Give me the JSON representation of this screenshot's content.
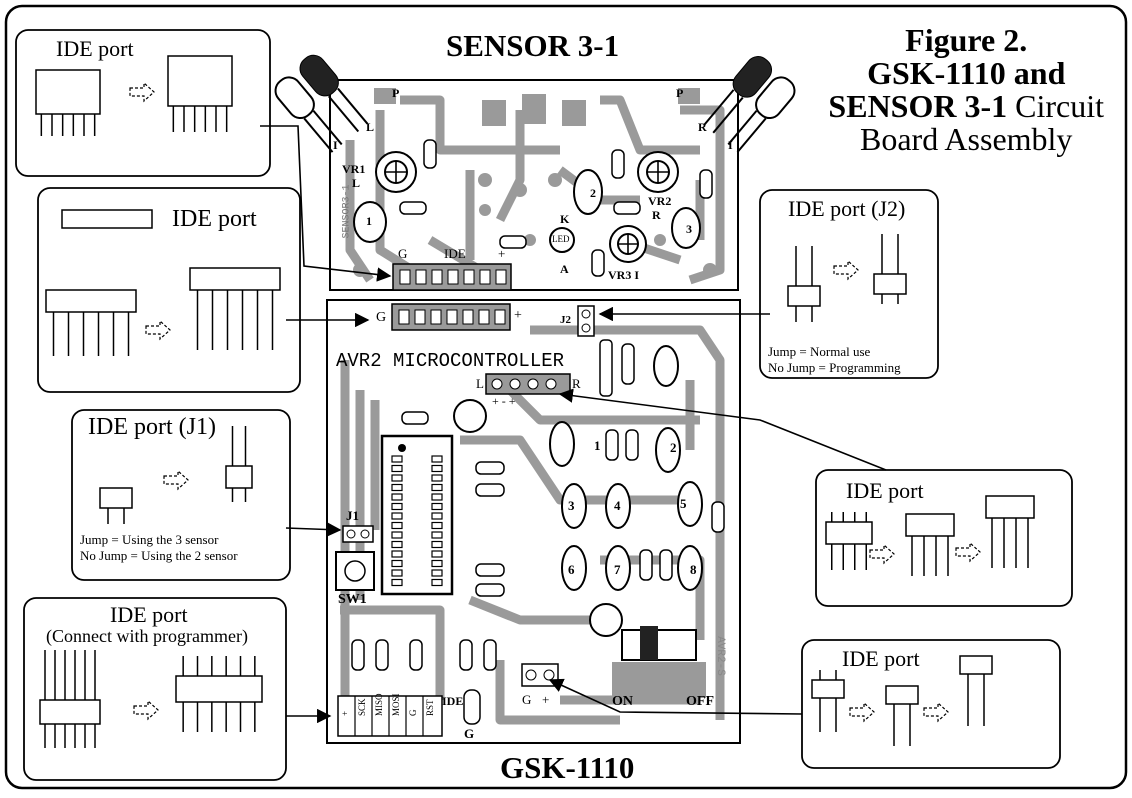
{
  "figure": {
    "line1": "Figure 2.",
    "line2": "GSK-1110 and",
    "line3_bold": "SENSOR 3-1",
    "line3_rest": " Circuit",
    "line4": "Board Assembly"
  },
  "boards": {
    "sensor_title": "SENSOR 3-1",
    "main_title": "GSK-1110"
  },
  "callouts": {
    "ide_top_left": "IDE port",
    "ide_mid_left": "IDE port",
    "ide_j1": "IDE port (J1)",
    "ide_j1_note1": "Jump = Using the 3 sensor",
    "ide_j1_note2": "No Jump = Using the 2 sensor",
    "ide_programmer_title": "IDE port",
    "ide_programmer_sub": "(Connect with programmer)",
    "ide_j2": "IDE port (J2)",
    "ide_j2_note1": "Jump = Normal use",
    "ide_j2_note2": "No Jump = Programming",
    "ide_right_mid": "IDE port",
    "ide_right_bottom": "IDE port"
  },
  "sensor_labels": {
    "p_left": "P",
    "l_left": "L",
    "i_left": "I",
    "p_right": "P",
    "r_right": "R",
    "i_right": "I",
    "vr1": "VR1",
    "vr1_l": "L",
    "vr2": "VR2",
    "vr2_r": "R",
    "vr3": "VR3 I",
    "k": "K",
    "a": "A",
    "led": "LED",
    "n1": "1",
    "n2": "2",
    "n3": "3",
    "g": "G",
    "ide": "IDE",
    "plus": "+",
    "vertical": "SENSOR3-1"
  },
  "main_labels": {
    "g": "G",
    "plus": "+",
    "j2": "J2",
    "avr": "AVR2  MICROCONTROLLER",
    "l": "L",
    "r": "R",
    "plus_minus": "+   -   +",
    "j1": "J1",
    "sw1": "SW1",
    "n1": "1",
    "n2": "2",
    "n3": "3",
    "n4": "4",
    "n5": "5",
    "n6": "6",
    "n7": "7",
    "n8": "8",
    "ide": "IDE",
    "g_bottom": "G",
    "g2": "G",
    "plus2": "+",
    "on": "ON",
    "off": "OFF",
    "avr_vertical": "AVR2-S",
    "pins": [
      "+",
      "SCK",
      "MISO",
      "MOSI",
      "G",
      "RST"
    ]
  }
}
